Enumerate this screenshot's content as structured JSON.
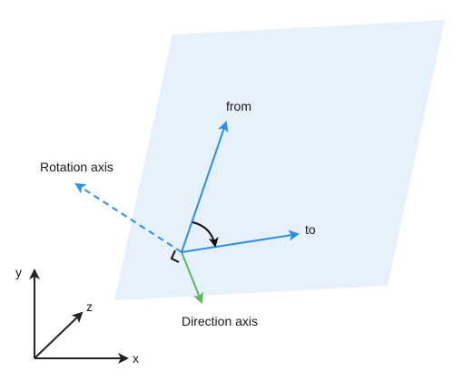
{
  "labels": {
    "from": "from",
    "to": "to",
    "rotation_axis": "Rotation axis",
    "direction_axis": "Direction axis",
    "axis_x": "x",
    "axis_y": "y",
    "axis_z": "z"
  },
  "colors": {
    "plane_fill": "#e6f1fc",
    "vector_blue": "#2d8fe6",
    "direction_green": "#5cb85c",
    "angle_arc": "#111111",
    "coordinate_axes": "#222222",
    "text": "#1a1a1a"
  }
}
